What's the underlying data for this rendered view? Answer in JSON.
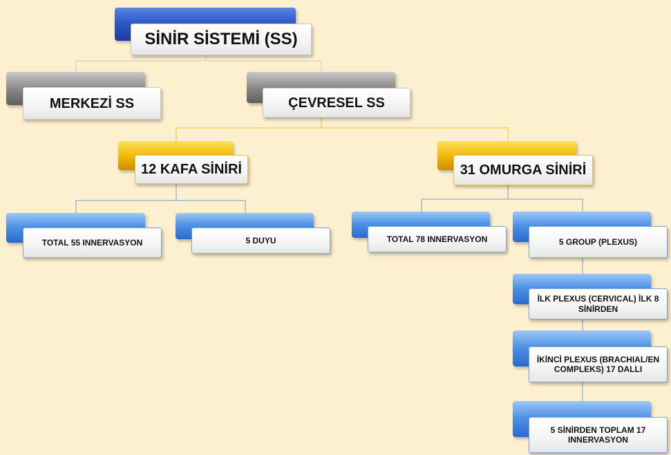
{
  "diagram": {
    "root": {
      "label": "SİNİR SİSTEMİ (SS)"
    },
    "level1": {
      "merkezi": {
        "label": "MERKEZİ SS"
      },
      "cevresel": {
        "label": "ÇEVRESEL SS"
      }
    },
    "level2": {
      "kafa": {
        "label": "12 KAFA SİNİRİ"
      },
      "omurga": {
        "label": "31 OMURGA SİNİRİ"
      }
    },
    "level3": {
      "kafa_total": {
        "label": "TOTAL 55 INNERVASYON"
      },
      "duyu": {
        "label": "5 DUYU"
      },
      "omurga_total": {
        "label": "TOTAL 78 INNERVASYON"
      },
      "group": {
        "label": "5 GROUP (PLEXUS)"
      }
    },
    "plexus_chain": [
      {
        "label": "İLK PLEXUS  (CERVICAL) İLK 8 SİNİRDEN"
      },
      {
        "label": "İKİNCİ PLEXUS (BRACHIAL/EN COMPLEKS) 17 DALLI"
      },
      {
        "label": "5 SİNİRDEN TOPLAM 17 INNERVASYON"
      }
    ]
  },
  "colors": {
    "background": "#fdf0cf",
    "connector_gray": "#c9c9c9",
    "connector_gold": "#f0c419",
    "connector_blue": "#6f9fd6"
  }
}
